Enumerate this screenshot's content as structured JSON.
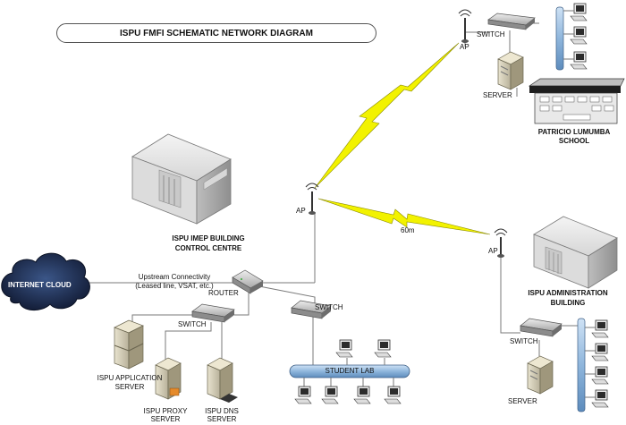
{
  "title": "ISPU FMFI SCHEMATIC NETWORK DIAGRAM",
  "labels": {
    "ap_top": "AP",
    "switch_top": "SWITCH",
    "server_top": "SERVER",
    "school_line1": "PATRICIO LUMUMBA",
    "school_line2": "SCHOOL",
    "ap_center": "AP",
    "imep_line1": "ISPU IMEP BUILDING",
    "imep_line2": "CONTROL CENTRE",
    "distance": "60m",
    "ap_right": "AP",
    "admin_line1": "ISPU ADMINISTRATION",
    "admin_line2": "BUILDING",
    "internet": "INTERNET CLOUD",
    "upstream_line1": "Upstream Connectivity",
    "upstream_line2": "(Leased line, VSAT, etc.)",
    "router": "ROUTER",
    "switch_left": "SWITCH",
    "switch_lab": "SWITCH",
    "student_lab": "STUDENT LAB",
    "app_server_line1": "ISPU APPLICATION",
    "app_server_line2": "SERVER",
    "proxy_line1": "ISPU PROXY",
    "proxy_line2": "SERVER",
    "dns_line1": "ISPU DNS",
    "dns_line2": "SERVER",
    "switch_admin": "SWITCH",
    "server_admin": "SERVER"
  },
  "colors": {
    "link": "#777777",
    "wireless": "#f2f200",
    "wireless_outline": "#8a8a00",
    "bus": "#9ec3e6",
    "cloud": "#1f2f52"
  }
}
